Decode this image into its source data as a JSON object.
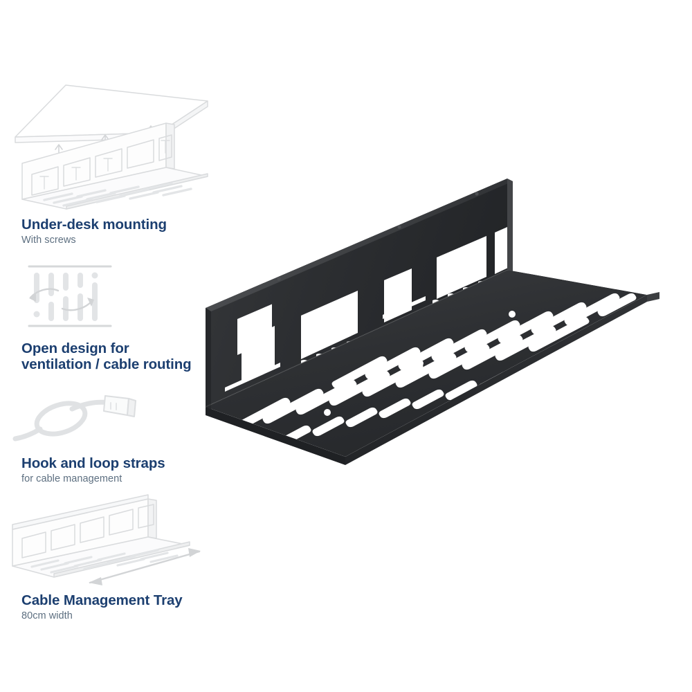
{
  "page": {
    "background_color": "#ffffff",
    "heading_color": "#1c3f70",
    "subtext_color": "#5d6f80",
    "line_art_color": "#d8dadc",
    "product_color": "#2b2d30"
  },
  "features": [
    {
      "id": "under-desk",
      "icon": "under-desk-mount-illustration",
      "title": "Under-desk mounting",
      "subtitle": "With screws"
    },
    {
      "id": "open-design",
      "icon": "ventilation-slots-illustration",
      "title": "Open design for\nventilation / cable routing",
      "subtitle": ""
    },
    {
      "id": "hook-loop",
      "icon": "coiled-cable-illustration",
      "title": "Hook and loop straps",
      "subtitle": "for cable management"
    },
    {
      "id": "tray",
      "icon": "tray-width-dimension-illustration",
      "title": "Cable Management Tray",
      "subtitle": "80cm width"
    }
  ],
  "product": {
    "name": "cable-management-tray",
    "description": "Black powder-coated steel under-desk cable management tray shown in three-quarter perspective with rectangular cut-outs in the back panel and slotted base"
  }
}
